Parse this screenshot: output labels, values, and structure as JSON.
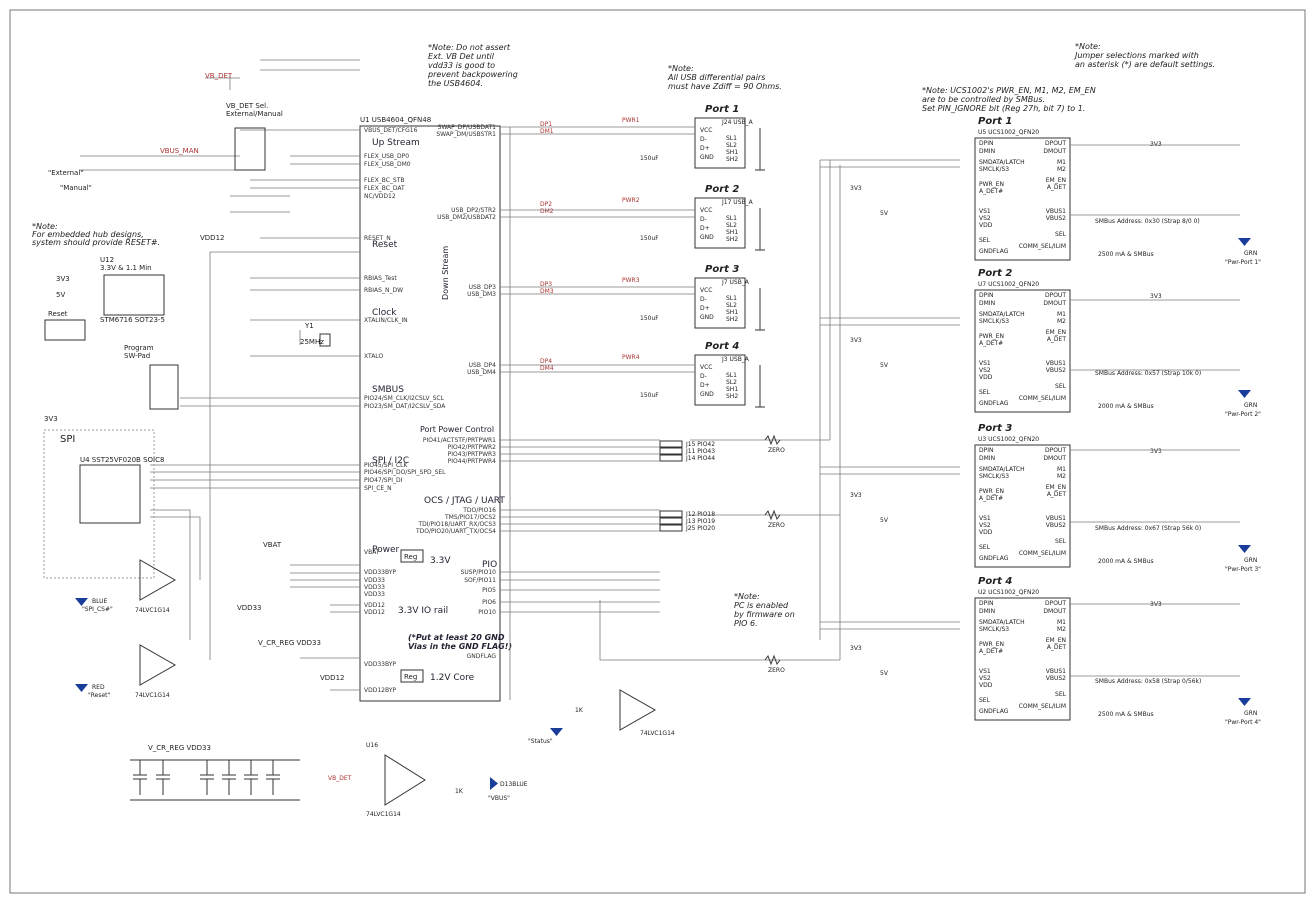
{
  "notes": {
    "top_center": [
      "*Note: Do not assert",
      "Ext. VB Det until",
      "vdd33 is good to",
      "prevent backpowering",
      "the USB4604."
    ],
    "diff_pairs": [
      "*Note:",
      "All USB differential pairs",
      "must have Zdiff = 90 Ohms."
    ],
    "jumper": [
      "*Note:",
      "Jumper selections marked with",
      "an asterisk (*) are default settings."
    ],
    "ucs": [
      "*Note: UCS1002's PWR_EN, M1, M2, EM_EN",
      "are to be controlled by SMBus.",
      "Set PIN_IGNORE bit (Reg 27h, bit 7) to 1."
    ],
    "hub": [
      "*Note:",
      "For embedded hub designs,",
      "system should provide RESET#."
    ],
    "pio": [
      "*Note:",
      "PC is enabled",
      "by firmware on",
      "PIO 6."
    ],
    "gnd": [
      "(*Put at least 20 GND",
      "Vias in the GND FLAG!)"
    ]
  },
  "hub": {
    "ref": "U1 USB4604_QFN48",
    "upstream": "Up Stream",
    "downstream": "Down Stream",
    "reset": "Reset",
    "clock": "Clock",
    "smbus": "SMBUS",
    "spi_i2c": "SPI / I2C",
    "power": "Power",
    "ppc": "Port Power Control",
    "ocs": "OCS / JTAG / UART",
    "pio": "PIO",
    "v33": "3.3V",
    "io_rail": "3.3V IO rail",
    "core": "1.2V Core",
    "reg": "Reg",
    "left_pins": [
      "VBUS_DET/CFG16",
      "FLEX_USB_DP0",
      "FLEX_USB_DM0",
      "FLEX_BC_STB",
      "FLEX_BC_DAT",
      "NC/VDD12",
      "RESET_N",
      "RBIAS_Test",
      "RBIAS_N_DW",
      "XTALIN/CLK_IN",
      "XTALO",
      "PIO24/SM_CLK/I2CSLV_SCL",
      "PIO23/SM_DAT/I2CSLV_SDA",
      "PIO45/SPI_CLK",
      "PIO46/SPI_DO/SPI_SPD_SEL",
      "PIO47/SPI_DI",
      "SPI_CE_N",
      "VBAT",
      "VDD33BYP",
      "VDD33",
      "VDD33",
      "VDD33",
      "VDD12",
      "VDD12",
      "VDD33BYP",
      "VDD12BYP"
    ],
    "right_pins": [
      "SWAP_DP/USBDAT1",
      "SWAP_DM/USBSTR1",
      "USB_DP2/STR2",
      "USB_DM2/USBDAT2",
      "USB_DP3",
      "USB_DM3",
      "USB_DP4",
      "USB_DM4",
      "PIO41/ACTSTF/PRTPWR1",
      "PIO42/PRTPWR2",
      "PIO43/PRTPWR3",
      "PIO44/PRTPWR4",
      "TDO/PIO16",
      "TMS/PIO17/OCS2",
      "TDI/PIO18/UART_RX/OCS3",
      "TDO/PIO20/UART_TX/OCS4",
      "SUSP/PIO10",
      "SOF/PIO11",
      "PIO5",
      "PIO6",
      "PIO10",
      "GNDFLAG"
    ]
  },
  "ports": [
    {
      "title": "Port 1",
      "ref": "J24 USB_A",
      "net_p": "DP1",
      "net_m": "DM1",
      "pwr": "PWR1",
      "cap": "150uF"
    },
    {
      "title": "Port 2",
      "ref": "J17 USB_A",
      "net_p": "DP2",
      "net_m": "DM2",
      "pwr": "PWR2",
      "cap": "150uF"
    },
    {
      "title": "Port 3",
      "ref": "J7 USB_A",
      "net_p": "DP3",
      "net_m": "DM3",
      "pwr": "PWR3",
      "cap": "150uF"
    },
    {
      "title": "Port 4",
      "ref": "J3 USB_A",
      "net_p": "DP4",
      "net_m": "DM4",
      "pwr": "PWR4",
      "cap": "150uF"
    }
  ],
  "ucs": [
    {
      "title": "Port 1",
      "ref": "U5 UCS1002_QFN20",
      "addr": "SMBus Address: 0x30 (Strap 8/0 0)",
      "cur": "2500 mA & SMBus",
      "led": "\"Pwr-Port 1\"",
      "color": "GRN"
    },
    {
      "title": "Port 2",
      "ref": "U7 UCS1002_QFN20",
      "addr": "SMBus Address: 0x57 (Strap 10k 0)",
      "cur": "2000 mA & SMBus",
      "led": "\"Pwr-Port 2\"",
      "color": "GRN"
    },
    {
      "title": "Port 3",
      "ref": "U3 UCS1002_QFN20",
      "addr": "SMBus Address: 0x67 (Strap 56k 0)",
      "cur": "2000 mA & SMBus",
      "led": "\"Pwr-Port 3\"",
      "color": "GRN"
    },
    {
      "title": "Port 4",
      "ref": "U2 UCS1002_QFN20",
      "addr": "SMBus Address: 0x58 (Strap 0/56k)",
      "cur": "2500 mA & SMBus",
      "led": "\"Pwr-Port 4\"",
      "color": "GRN"
    }
  ],
  "ucs_pins_left": [
    "DPIN",
    "DMIN",
    "SMDATA/LATCH",
    "SMCLK/S3",
    "PWR_EN",
    "A_DET#",
    "VS1",
    "VS2",
    "VDD",
    "SEL",
    "GNDFLAG"
  ],
  "ucs_pins_right": [
    "DPOUT",
    "DMOUT",
    "M1",
    "M2",
    "EM_EN",
    "A_DET",
    "VBUS1",
    "VBUS2",
    "SEL",
    "COMM_SEL/ILIM"
  ],
  "labels": {
    "vb_det": "VB_DET",
    "vbdet_sel": "VB_DET Sel.",
    "ext_man": "External/Manual",
    "external": "\"External\"",
    "manual": "\"Manual\"",
    "vbus_man": "VBUS_MAN",
    "u12": "U12",
    "u12_note": "3.3V & 1.1 Min",
    "u12_part": "STM6716 SOT23-5",
    "reset_sw": "Reset",
    "spi": "SPI",
    "spi_part": "U4 SST25VF020B SOIC8",
    "program": "Program",
    "sw_pad": "SW-Pad",
    "y1": "Y1",
    "y1_val": "25MHz",
    "v3v3": "3V3",
    "v5v": "5V",
    "vdd12": "VDD12",
    "vdd33": "VDD33",
    "vsr_reg": "V_CR_REG VDD33",
    "vbat": "VBAT",
    "ic74_1": "74LVC1G14",
    "blue": "BLUE",
    "spi_cs": "\"SPI_CS#\"",
    "red": "RED",
    "reset_led": "\"Reset\"",
    "vbus_led": "\"VBUS\"",
    "status": "\"Status\"",
    "zero": "ZERO",
    "u16": "U16",
    "d13": "D13BLUE",
    "r1k": "1K"
  },
  "jumpers": [
    {
      "ref": "J15",
      "net": "PIO42"
    },
    {
      "ref": "J11",
      "net": "PIO43"
    },
    {
      "ref": "J14",
      "net": "PIO44"
    },
    {
      "ref": "J12",
      "net": "PIO18"
    },
    {
      "ref": "J13",
      "net": "PIO19"
    },
    {
      "ref": "J25",
      "net": "PIO20"
    }
  ]
}
